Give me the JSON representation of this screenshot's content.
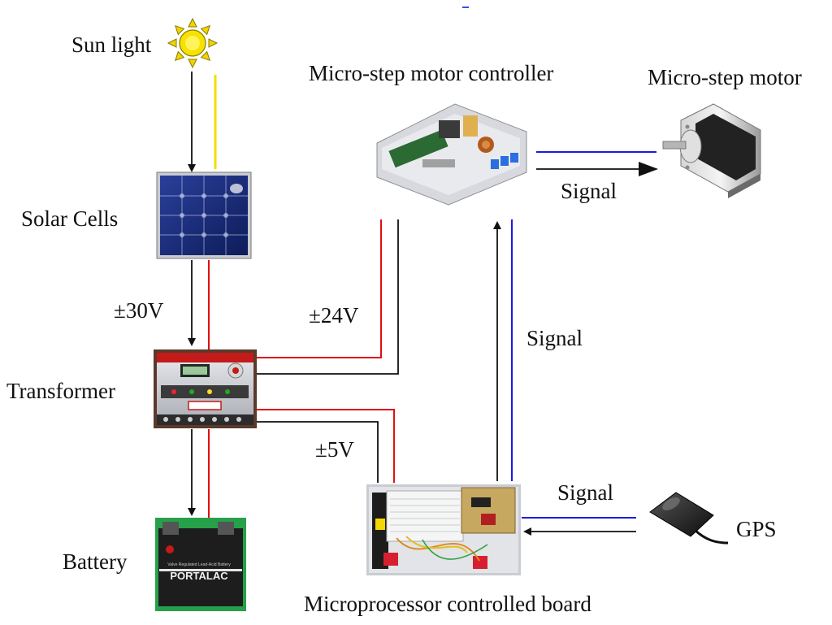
{
  "labels": {
    "sunlight": "Sun light",
    "solar_cells": "Solar Cells",
    "v30": "±30V",
    "transformer": "Transformer",
    "battery": "Battery",
    "motor_controller": "Micro-step motor controller",
    "motor": "Micro-step motor",
    "signal_motor": "Signal",
    "v24": "±24V",
    "signal_vertical": "Signal",
    "v5": "±5V",
    "signal_gps": "Signal",
    "gps": "GPS",
    "micro_board": "Microprocessor controlled board"
  },
  "battery_text": {
    "brand": "PORTALAC",
    "small": "Valve Regulated Lead-Acid Battery"
  },
  "colors": {
    "power": "#e01010",
    "signal": "#1a1ae0",
    "ground": "#111111",
    "sun": "#f0e000"
  }
}
